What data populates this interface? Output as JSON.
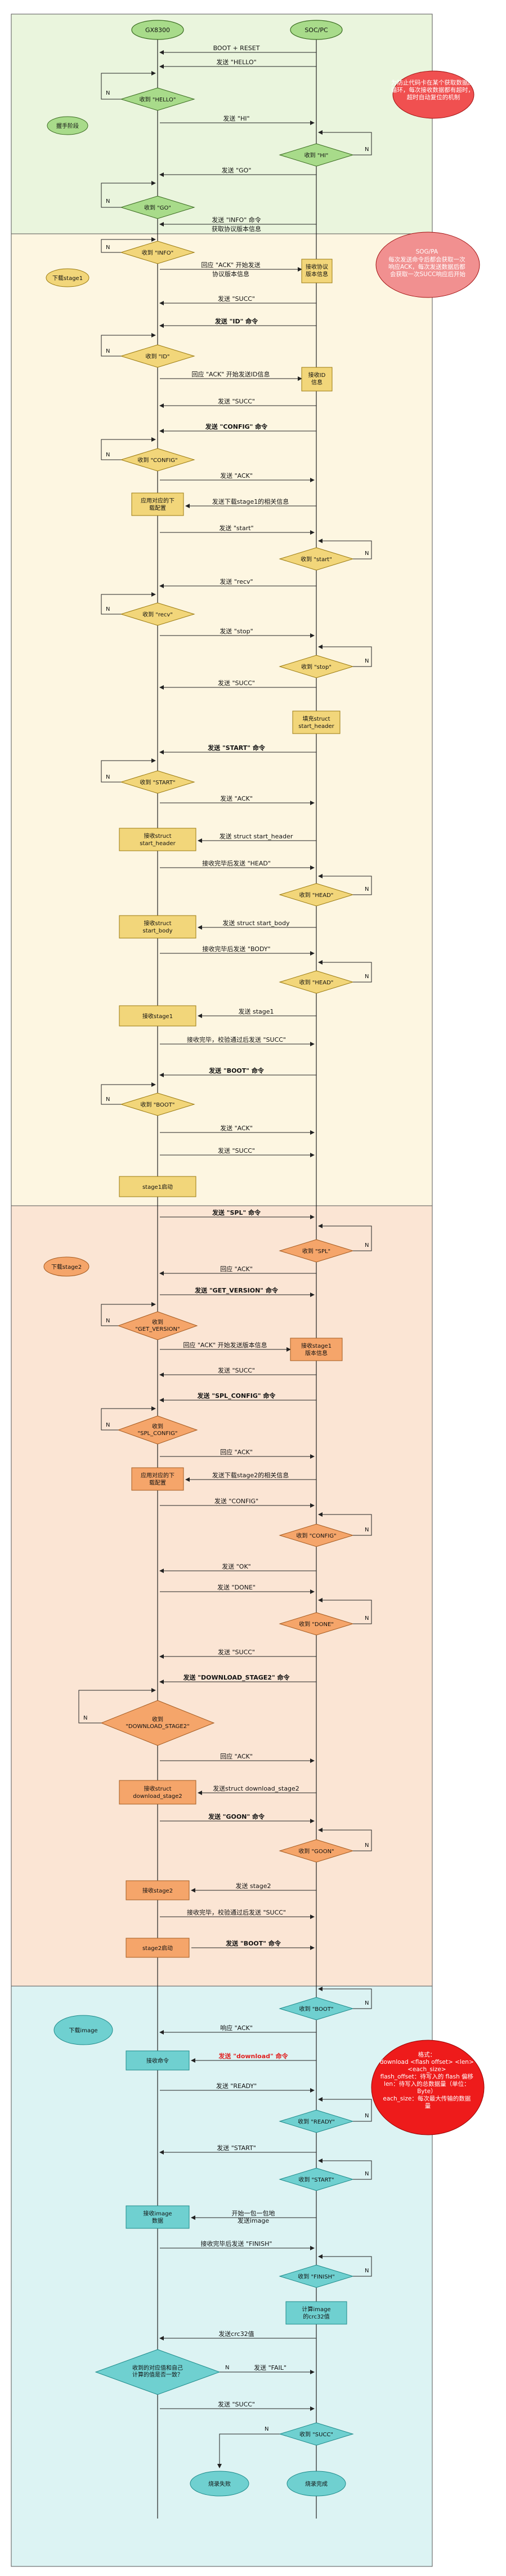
{
  "participants": {
    "left": "GX8300",
    "right": "SOC/PC"
  },
  "phases": [
    {
      "label": "握手阶段",
      "color": "#d4e8c3"
    },
    {
      "label": "下载stage1",
      "color": "#fbe7b6"
    },
    {
      "label": "下载stage2",
      "color": "#f5b98f"
    },
    {
      "label": "下载image",
      "color": "#6fd0d0"
    }
  ],
  "notes": {
    "handshake": "为防止代码卡在某个获取数据的循环，每次接收数据都有超时，超时自动复位的机制",
    "sogin_title": "SOG/PA",
    "sogin_body": "每次发送命令后都会获取一次响应ACK，每次发送数据后都会获取一次SUCC响应后开始",
    "image": "格式：download <flash offset> <len> <each_size>  flash_offset：待写入的 flash 偏移 len：待写入的总数据量（单位：Byte）each_size：每次最大传输的数据量"
  },
  "labels": {
    "boot_reset": "BOOT + RESET",
    "send_hello": "发送 \"HELLO\"",
    "recv_hello": "收到 \"HELLO\"",
    "send_hi": "发送 \"HI\"",
    "recv_hi": "收到 \"HI\"",
    "send_go": "发送 \"GO\"",
    "recv_go": "收到 \"GO\"",
    "send_info": "发送 \"INFO\" 命令",
    "send_info2": "获取协议版本信息",
    "recv_info": "收到 \"INFO\"",
    "reply_ack_start": "回应 \"ACK\" 开始发送",
    "reply_ack_start2": "协议版本信息",
    "recv_proto": "接收协议版本信息",
    "send_succ": "发送 \"SUCC\"",
    "send_id": "发送 \"ID\" 命令",
    "recv_id": "收到 \"ID\"",
    "reply_ack_id": "回应 \"ACK\" 开始发送ID信息",
    "recv_id_info": "接收ID信息",
    "send_config": "发送 \"CONFIG\" 命令",
    "recv_config": "收到 \"CONFIG\"",
    "send_ack": "发送 \"ACK\"",
    "apply_config": "应用对应的下载配置",
    "send_stage1_info": "发送下载stage1的相关信息",
    "send_start": "发送 \"start\"",
    "recv_start": "收到 \"start\"",
    "send_recv": "发送 \"recv\"",
    "recv_recv": "收到 \"recv\"",
    "send_stop": "发送 \"stop\"",
    "recv_stop": "收到 \"stop\"",
    "send_succ2": "发送 \"SUCC\"",
    "fill_header": "填充struct start_header",
    "send_START": "发送 \"START\" 命令",
    "recv_START": "收到 \"START\"",
    "send_ack2": "发送 \"ACK\"",
    "recv_struct_header": "接收struct start_header",
    "send_struct_header": "发送 struct start_header",
    "recv_head_done": "接收完毕后发送 \"HEAD\"",
    "recv_HEAD": "收到 \"HEAD\"",
    "recv_struct_body": "接收struct start_body",
    "send_struct_body": "发送 struct start_body",
    "recv_body_done": "接收完毕后发送 \"BODY\"",
    "recv_BODY": "收到 \"HEAD\"",
    "recv_stage1": "接收stage1",
    "send_stage1": "发送 stage1",
    "check_succ": "接收完毕，校验通过后发送 \"SUCC\"",
    "send_BOOT": "发送 \"BOOT\" 命令",
    "recv_BOOT": "收到 \"BOOT\"",
    "send_ack3": "发送 \"ACK\"",
    "send_succ3": "发送 \"SUCC\"",
    "stage1_start": "stage1启动",
    "send_SPL": "发送 \"SPL\" 命令",
    "recv_SPL": "收到 \"SPL\"",
    "reply_ack": "回应 \"ACK\"",
    "send_get_version": "发送 \"GET_VERSION\" 命令",
    "recv_get_version": "收到 \"GET_VERSION\"",
    "reply_ack_version": "回应 \"ACK\" 开始发送版本信息",
    "recv_stage1_ver": "接收stage1版本信息",
    "send_succ4": "发送 \"SUCC\"",
    "send_spl_config": "发送 \"SPL_CONFIG\" 命令",
    "recv_spl_config": "收到 \"SPL_CONFIG\"",
    "reply_ack2": "回应 \"ACK\"",
    "apply_config2": "应用对应的下载配置",
    "send_stage2_info": "发送下载stage2的相关信息",
    "send_CONFIG2": "发送 \"CONFIG\"",
    "recv_CONFIG2": "收到 \"CONFIG\"",
    "send_ok": "发送 \"OK\"",
    "send_done": "发送 \"DONE\"",
    "recv_done": "收到 \"DONE\"",
    "send_succ5": "发送 \"SUCC\"",
    "send_download_stage2": "发送 \"DOWNLOAD_STAGE2\" 命令",
    "recv_download_stage2": "收到 \"DOWNLOAD_STAGE2\"",
    "reply_ack3": "回应 \"ACK\"",
    "recv_struct_ds2": "接收struct download_stage2",
    "send_struct_ds2": "发送struct download_stage2",
    "send_goon": "发送 \"GOON\" 命令",
    "recv_goon": "收到 \"GOON\"",
    "recv_stage2": "接收stage2",
    "send_stage2": "发送 stage2",
    "check_succ2": "接收完毕，校验通过后发送 \"SUCC\"",
    "stage2_start": "stage2启动",
    "send_BOOT2": "发送 \"BOOT\" 命令",
    "recv_BOOT2": "收到 \"BOOT\"",
    "reply_ack4": "响应 \"ACK\"",
    "recv_cmd": "接收命令",
    "send_download": "发送 \"download\" 命令",
    "send_ready": "发送 \"READY\"",
    "recv_ready": "收到 \"READY\"",
    "send_START2": "发送 \"START\"",
    "recv_START2": "收到 \"START\"",
    "recv_image": "接收image 数据",
    "send_image": "开始一包一包地 发送image",
    "recv_finish_send": "接收完毕后发送 \"FINISH\"",
    "recv_finish": "收到 \"FINISH\"",
    "calc_crc": "计算image 的crc32值",
    "send_crc": "发送crc32值",
    "compare_crc": "收到的对应值和自己计算的值是否一致？",
    "send_fail": "发送 \"FAIL\"",
    "send_succ6": "发送 \"SUCC\"",
    "recv_succ": "收到 \"SUCC\"",
    "fail": "烧录失败",
    "done": "烧录完成"
  }
}
